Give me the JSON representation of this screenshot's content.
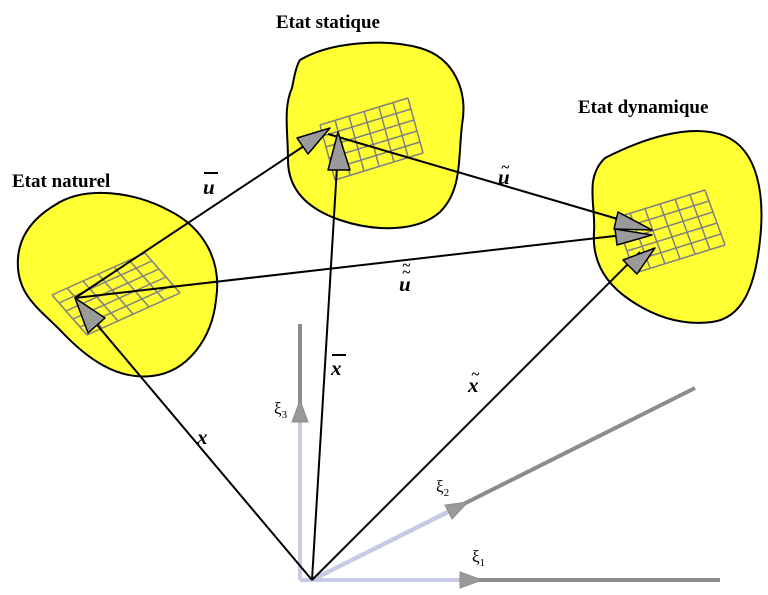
{
  "states": [
    {
      "id": "naturel",
      "title": "Etat naturel"
    },
    {
      "id": "statique",
      "title": "Etat statique"
    },
    {
      "id": "dynamique",
      "title": "Etat dynamique"
    }
  ],
  "vectors": {
    "u_bar": "u",
    "u_tilde": "u",
    "u_double_tilde": "u",
    "x": "x",
    "x_bar": "x",
    "x_tilde": "x"
  },
  "axes": {
    "xi1": {
      "symbol": "ξ",
      "subscript": "1"
    },
    "xi2": {
      "symbol": "ξ",
      "subscript": "2"
    },
    "xi3": {
      "symbol": "ξ",
      "subscript": "3"
    }
  },
  "colors": {
    "body_fill": "#ffff33",
    "grid": "#808080",
    "axis": "#8c8c8c",
    "axis_light": "#c8cae8",
    "arrow_head": "#9a9a9a",
    "line": "#000000"
  }
}
